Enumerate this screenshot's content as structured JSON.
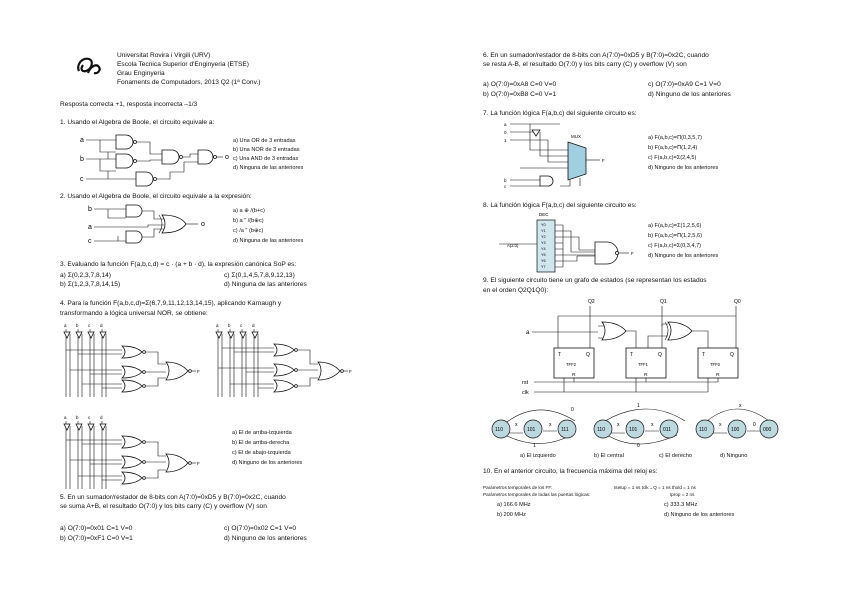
{
  "header": {
    "university": "Universitat Rovira i Virgili (URV)",
    "school": "Escola Tecnica Superior d'Enginyeria (ETSE)",
    "degree": "Grau Enginyeria",
    "course": "Fonaments de Computadors, 2013 Q2 (1ª Conv.)",
    "scoring": "Resposta correcta +1, resposta incorrecta –1/3"
  },
  "q1": {
    "text": "1. Usando el Algebra de Boole, el circuito equivale a:",
    "a": "a)  Una OR de 3 entradas",
    "b": "b)  Una NOR de 3 entradas",
    "c": "c)  Una AND de 3 entradas",
    "d": "d)  Ninguna de las anteriores",
    "in_a": "a",
    "in_b": "b",
    "in_c": "c",
    "out": "o"
  },
  "q2": {
    "text": "2. Usando el Algebra de Boole, el circuito equivale a la expresión:",
    "a": "a)  a ⊕ /(b+c)",
    "b": "b)  a \" /(b⊕c)",
    "c": "c)  /a \" (b⊕c)",
    "d": "d)  Ninguna de las anteriores",
    "in_a": "a",
    "in_b": "b",
    "in_c": "c",
    "out": "o"
  },
  "q3": {
    "text": "3. Evaluando la función  F(a,b,c,d) = c · (a + b · d), la expresión canónica SoP es:",
    "a": "a) Σ(0,2,3,7,8,14)",
    "b": "b) Σ(1,2,3,7,8,14,15)",
    "c": "c) Σ(0,1,4,5,7,8,9,12,13)",
    "d": "d) Ninguna de las anteriores"
  },
  "q4": {
    "text1": "4. Para la función  F(a,b,c,d)=Σ(6,7,9,11,12,13,14,15), aplicando Karnaugh y",
    "text2": "transformando a lógica universal NOR, se obtiene:",
    "in_labels": [
      "a",
      "b",
      "c",
      "d"
    ],
    "out": "F",
    "a": "a)  El de arriba-izquierda",
    "b": "b)  El de arriba-derecha",
    "c": "c)  El de abajo-izquierda",
    "d": "d)  Ninguno de los anteriores"
  },
  "q5": {
    "text1": "5. En un sumador/restador de 8-bits con A(7:0)=0xD5 y B(7:0)=0x2C, cuando",
    "text2": "se suma A+B, el resultado O(7:0) y los bits carry (C) y overflow (V) son",
    "a": "a) O(7:0)=0x01      C=1    V=0",
    "b": "b) O(7:0)=0xF1      C=0    V=1",
    "c": "c) O(7:0)=0x02      C=1    V=0",
    "d": "d) Ninguno de los anteriores"
  },
  "q6": {
    "text1": "6. En un sumador/restador de 8-bits con A(7:0)=0xD5 y B(7:0)=0x2C, cuando",
    "text2": "se resta A-B, el resultado O(7:0) y los bits carry (C) y overflow (V) son",
    "a": "a) O(7:0)=0xA8      C=0    V=0",
    "b": "b) O(7:0)=0xB8      C=0    V=1",
    "c": "c) O(7:0)=0xA9      C=1    V=0",
    "d": "d) Ninguno de los anteriores"
  },
  "q7": {
    "text": "7. La función lógica F(a,b,c) del siguiente circuito es:",
    "mux": "MUX",
    "out": "F",
    "a": "a)  F(a,b,c)=Π(0,3,5,7)",
    "b": "b)  F(a,b,c)=Π(1,2,4)",
    "c": "c)  F(a,b,c)=Σ(2,4,5)",
    "d": "d)  Ninguno de los anteriores"
  },
  "q8": {
    "text": "8. La función lógica F(a,b,c) del siguiente circuito es:",
    "dec": "DEC",
    "in": "A(2:0)",
    "outs": [
      "Y0",
      "Y1",
      "Y2",
      "Y3",
      "Y4",
      "Y5",
      "Y6",
      "Y7"
    ],
    "out": "F",
    "a": "a)  F(a,b,c)=Σ(1,2,5,6)",
    "b": "b)  F(a,b,c)=Π(1,2,5,6)",
    "c": "c)  F(a,b,c)=Σ(0,3,4,7)",
    "d": "d)  Ninguno de los anteriores"
  },
  "q9": {
    "text1": "9. El siguiente circuito tiene un grafo de estados (se representan los estados",
    "text2": "en el orden Q2Q1Q0):",
    "q_labels": [
      "Q2",
      "Q1",
      "Q0"
    ],
    "in": "a",
    "rst": "rst",
    "clk": "clk",
    "ff_labels": [
      "TFF2",
      "TFF1",
      "TFF0"
    ],
    "graphs": [
      [
        "110",
        "101",
        "111"
      ],
      [
        "110",
        "101",
        "011"
      ],
      [
        "110",
        "100",
        "000"
      ]
    ],
    "a": "a)  El izquierdo",
    "b": "b)  El central",
    "c": "c)  El derecho",
    "d": "d)  Ninguno"
  },
  "q10": {
    "text": "10. En el anterior circuito, la frecuencia máxima del reloj es:",
    "p1": "Parámetros temporales de los FF:",
    "p1v": "tsetup = 1 ns      tclk→Q = 1 ns      thold = 1 ns",
    "p2": "Parámetros temporales de todas las puertas lógicas:",
    "p2v": "tprop = 2 ns",
    "a": "a)   166.6 MHz",
    "b": "b)   200 MHz",
    "c": "c)   333.3 MHz",
    "d": "d)   Ninguno de los anteriores"
  }
}
